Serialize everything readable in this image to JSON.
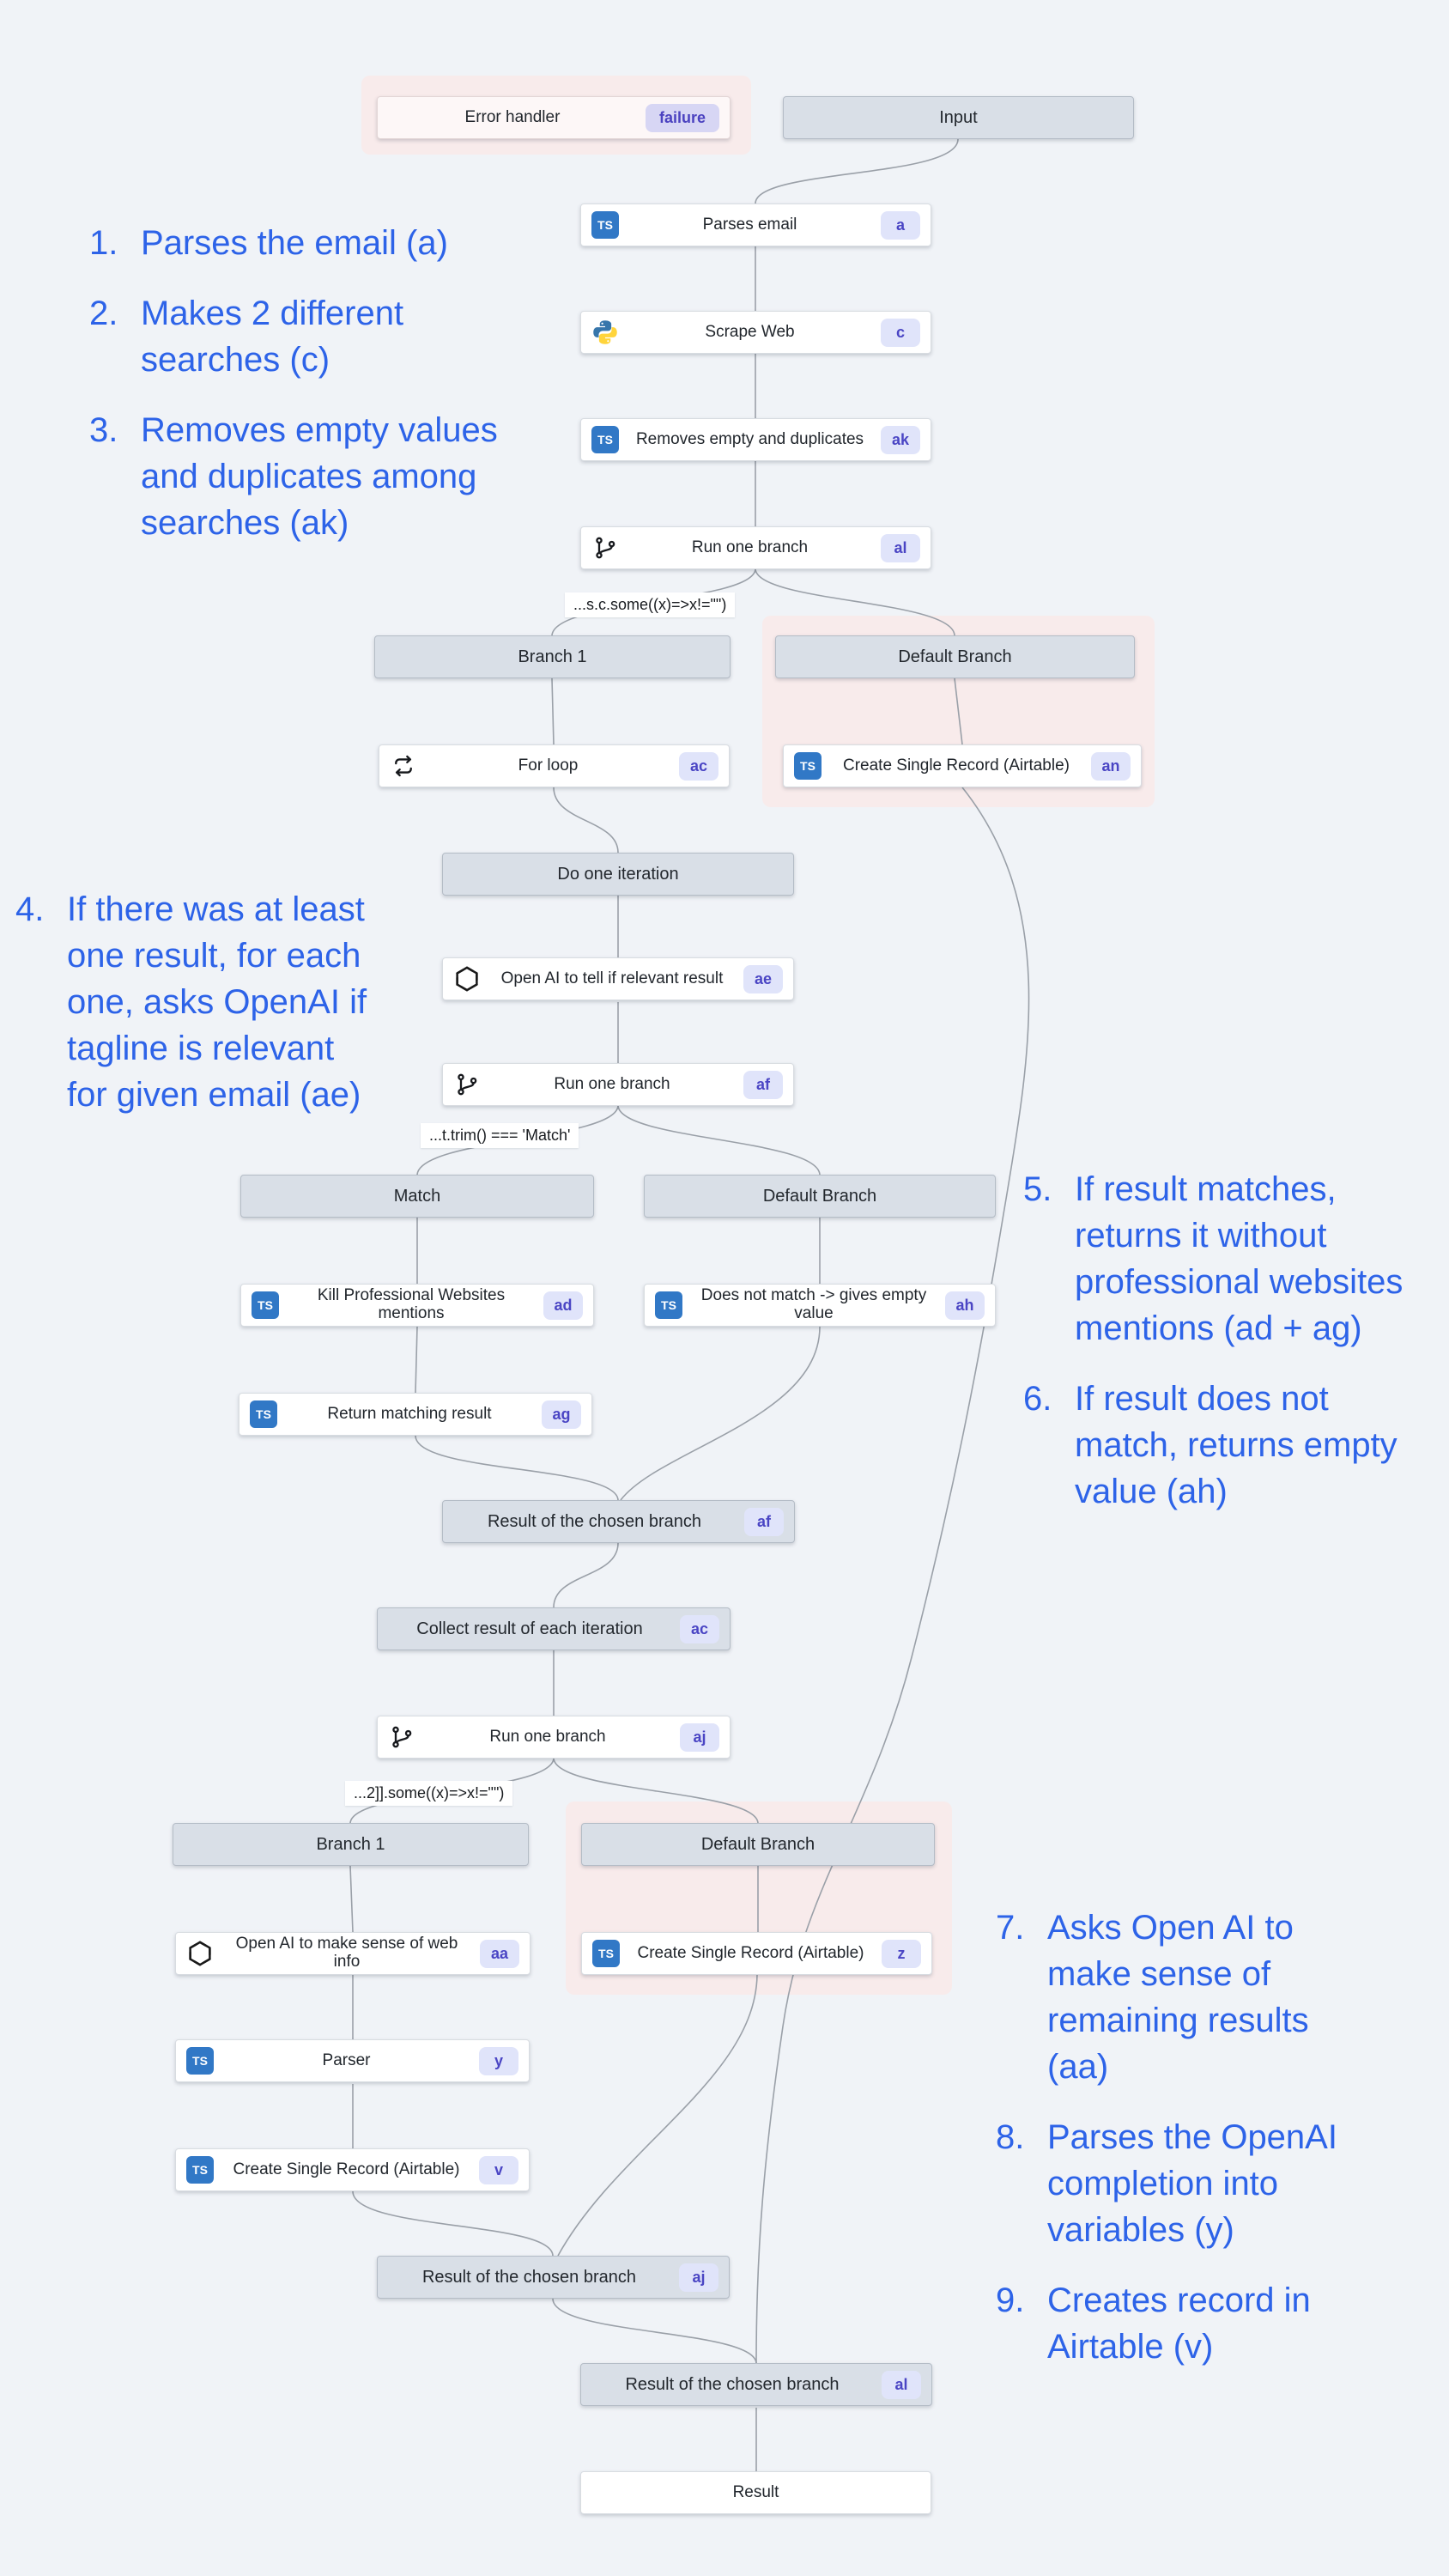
{
  "colors": {
    "background": "#f0f3f7",
    "annotation_blue": "#2d63e8",
    "badge_bg": "#e0e4fa",
    "badge_text": "#4a45c4",
    "header_fill": "#d9dfe7",
    "pink_region": "#f8ebeb",
    "typescript_blue": "#3178c6",
    "edge_gray": "#9aa0a8"
  },
  "icons": {
    "ts_label": "TS"
  },
  "nodes": {
    "error_handler": {
      "label": "Error handler",
      "badge": "failure"
    },
    "input": {
      "label": "Input"
    },
    "parses_email": {
      "label": "Parses email",
      "badge": "a",
      "icon": "typescript"
    },
    "scrape_web": {
      "label": "Scrape Web",
      "badge": "c",
      "icon": "python"
    },
    "removes_empty": {
      "label": "Removes empty and duplicates",
      "badge": "ak",
      "icon": "typescript"
    },
    "run_one_branch_al": {
      "label": "Run one branch",
      "badge": "al",
      "icon": "git-branch"
    },
    "branch1_a": {
      "label": "Branch 1"
    },
    "default_branch_a": {
      "label": "Default Branch"
    },
    "for_loop": {
      "label": "For loop",
      "badge": "ac",
      "icon": "loop"
    },
    "create_record_an": {
      "label": "Create Single Record (Airtable)",
      "badge": "an",
      "icon": "typescript"
    },
    "do_one_iteration": {
      "label": "Do one iteration"
    },
    "openai_ae": {
      "label": "Open AI to tell if relevant result",
      "badge": "ae",
      "icon": "openai"
    },
    "run_one_branch_af": {
      "label": "Run one branch",
      "badge": "af",
      "icon": "git-branch"
    },
    "match": {
      "label": "Match"
    },
    "default_branch_b": {
      "label": "Default Branch"
    },
    "kill_mentions_ad": {
      "label": "Kill Professional Websites mentions",
      "badge": "ad",
      "icon": "typescript"
    },
    "does_not_match_ah": {
      "label": "Does not match -> gives empty value",
      "badge": "ah",
      "icon": "typescript"
    },
    "return_matching_ag": {
      "label": "Return matching result",
      "badge": "ag",
      "icon": "typescript"
    },
    "result_branch_af": {
      "label": "Result of the chosen branch",
      "badge": "af"
    },
    "collect_ac": {
      "label": "Collect result of each iteration",
      "badge": "ac"
    },
    "run_one_branch_aj": {
      "label": "Run one branch",
      "badge": "aj",
      "icon": "git-branch"
    },
    "branch1_b": {
      "label": "Branch 1"
    },
    "default_branch_c": {
      "label": "Default Branch"
    },
    "openai_aa": {
      "label": "Open AI to make sense of web info",
      "badge": "aa",
      "icon": "openai"
    },
    "create_record_z": {
      "label": "Create Single Record (Airtable)",
      "badge": "z",
      "icon": "typescript"
    },
    "parser_y": {
      "label": "Parser",
      "badge": "y",
      "icon": "typescript"
    },
    "create_record_v": {
      "label": "Create Single Record (Airtable)",
      "badge": "v",
      "icon": "typescript"
    },
    "result_branch_aj": {
      "label": "Result of the chosen branch",
      "badge": "aj"
    },
    "result_branch_al": {
      "label": "Result of the chosen branch",
      "badge": "al"
    },
    "result": {
      "label": "Result"
    }
  },
  "conditions": [
    "...s.c.some((x)=>x!=\"\")",
    "...t.trim() === 'Match'",
    "...2]].some((x)=>x!=\"\")"
  ],
  "annotations": {
    "groups": [
      {
        "items": [
          {
            "num": "1.",
            "text": "Parses the email (a)"
          },
          {
            "num": "2.",
            "text": "Makes 2 different\nsearches (c)"
          },
          {
            "num": "3.",
            "text": "Removes empty values\nand duplicates among\nsearches (ak)"
          }
        ]
      },
      {
        "items": [
          {
            "num": "4.",
            "text": "If there was at least\none result, for each\none, asks OpenAI if\ntagline is relevant\nfor given email (ae)"
          }
        ]
      },
      {
        "items": [
          {
            "num": "5.",
            "text": "If result matches,\nreturns it without\nprofessional websites\nmentions (ad + ag)"
          },
          {
            "num": "6.",
            "text": "If result does not\nmatch, returns empty\nvalue (ah)"
          }
        ]
      },
      {
        "items": [
          {
            "num": "7.",
            "text": "Asks Open AI to\nmake sense of\nremaining results\n(aa)"
          },
          {
            "num": "8.",
            "text": "Parses the OpenAI\ncompletion into\nvariables (y)"
          },
          {
            "num": "9.",
            "text": "Creates record in\nAirtable (v)"
          }
        ]
      }
    ]
  }
}
